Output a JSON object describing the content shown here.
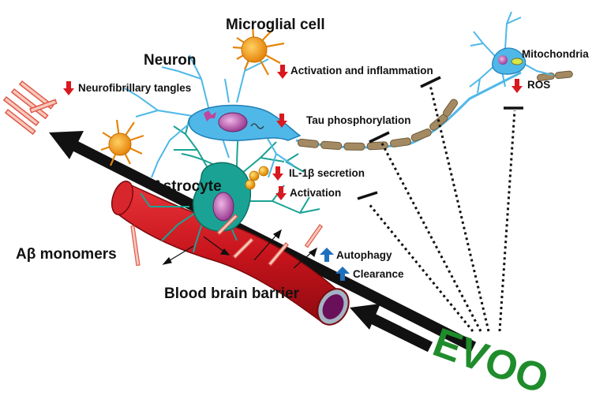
{
  "labels": {
    "microglial_cell": "Microglial cell",
    "neuron": "Neuron",
    "mitochondria": "Mitochondria",
    "astrocyte": "Astrocyte",
    "abeta_monomers": "Aβ monomers",
    "bbb": "Blood brain barrier",
    "evoo": "EVOO"
  },
  "effects": [
    {
      "text": "Neurofibrillary tangles",
      "direction": "down"
    },
    {
      "text": "Activation and inflammation",
      "direction": "down"
    },
    {
      "text": "ROS",
      "direction": "down"
    },
    {
      "text": "Tau phosphorylation",
      "direction": "down"
    },
    {
      "text": "IL-1β secretion",
      "direction": "down"
    },
    {
      "text": "Activation",
      "direction": "down"
    },
    {
      "text": "Autophagy",
      "direction": "up"
    },
    {
      "text": "Clearance",
      "direction": "up"
    }
  ],
  "colors": {
    "down_arrow": "#d9181f",
    "up_arrow": "#1f6fbf",
    "evoo_green": "#1f8c2c",
    "vessel_red": "#c8141c",
    "neuron_blue": "#4fb8e8",
    "astrocyte_teal": "#1aa394",
    "microglia_orange": "#f29a1a"
  }
}
